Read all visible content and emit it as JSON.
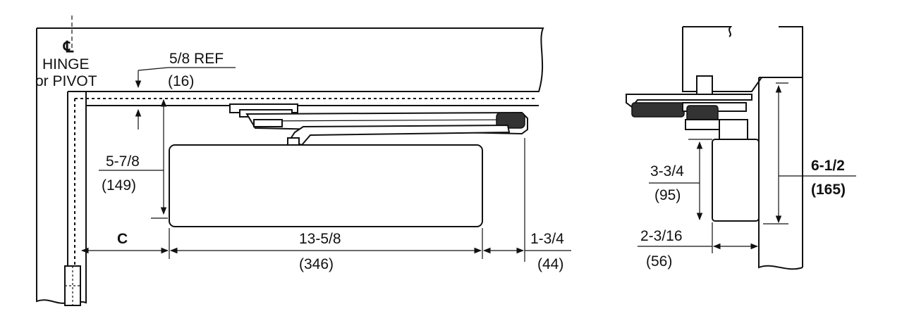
{
  "centerline": {
    "symbol": "℄",
    "line1": "HINGE",
    "line2": "or PIVOT"
  },
  "dims": {
    "ref_top": "5/8 REF",
    "ref_bottom": "(16)",
    "height_top": "5-7/8",
    "height_bottom": "(149)",
    "c_label": "C",
    "length_top": "13-5/8",
    "length_bottom": "(346)",
    "arm_top": "1-3/4",
    "arm_bottom": "(44)",
    "side_height_top": "3-3/4",
    "side_height_bottom": "(95)",
    "side_overall_top": "6-1/2",
    "side_overall_bottom": "(165)",
    "side_depth_top": "2-3/16",
    "side_depth_bottom": "(56)"
  }
}
